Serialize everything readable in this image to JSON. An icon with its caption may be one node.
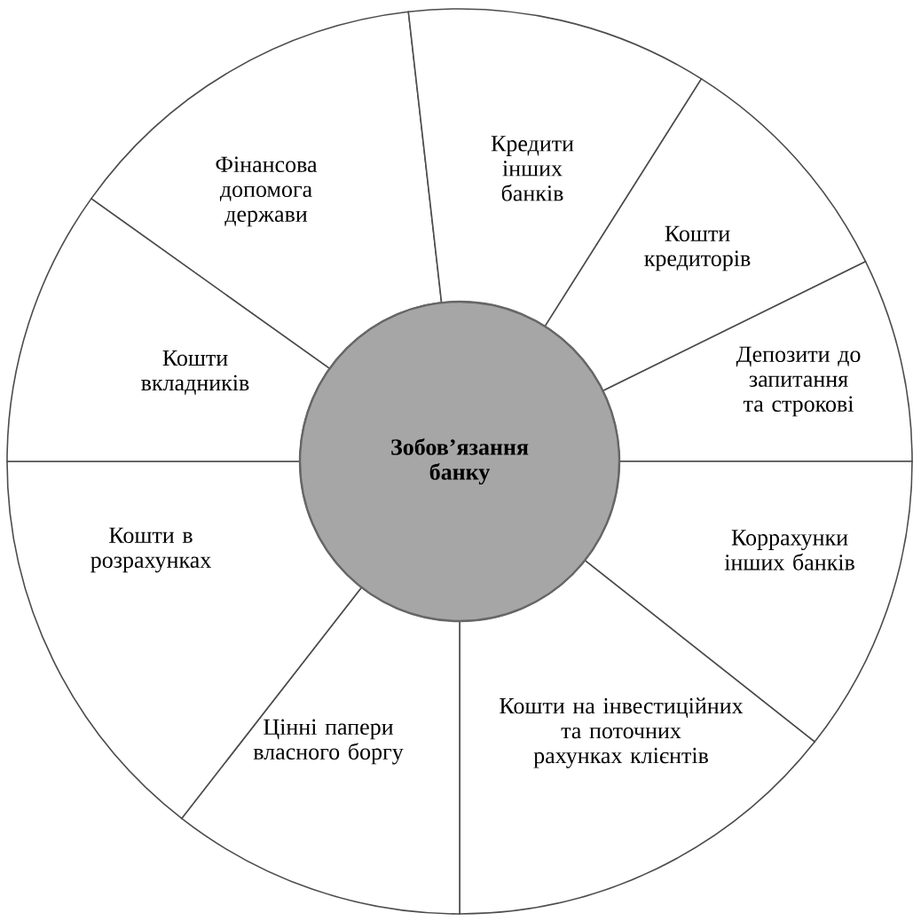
{
  "diagram": {
    "nodes": [
      {
        "text": [
          "Зобов’язання банку"
        ]
      },
      {
        "text": [
          "Фінансова допомога держави"
        ]
      },
      {
        "text": [
          "Кредити інших банків"
        ]
      },
      {
        "text": [
          "Кошти кредиторів"
        ]
      },
      {
        "text": [
          "Депозити до запитання та строкові"
        ]
      },
      {
        "text": [
          "Коррахунки інших банків"
        ]
      },
      {
        "text": [
          "Кошти на інвестиційних та поточних рахунках клієнтів"
        ]
      },
      {
        "text": [
          "Цінні папери власного боргу"
        ]
      },
      {
        "text": [
          "Кошти в розрахунках"
        ]
      },
      {
        "text": [
          "Кошти вкладників"
        ]
      }
    ]
  }
}
